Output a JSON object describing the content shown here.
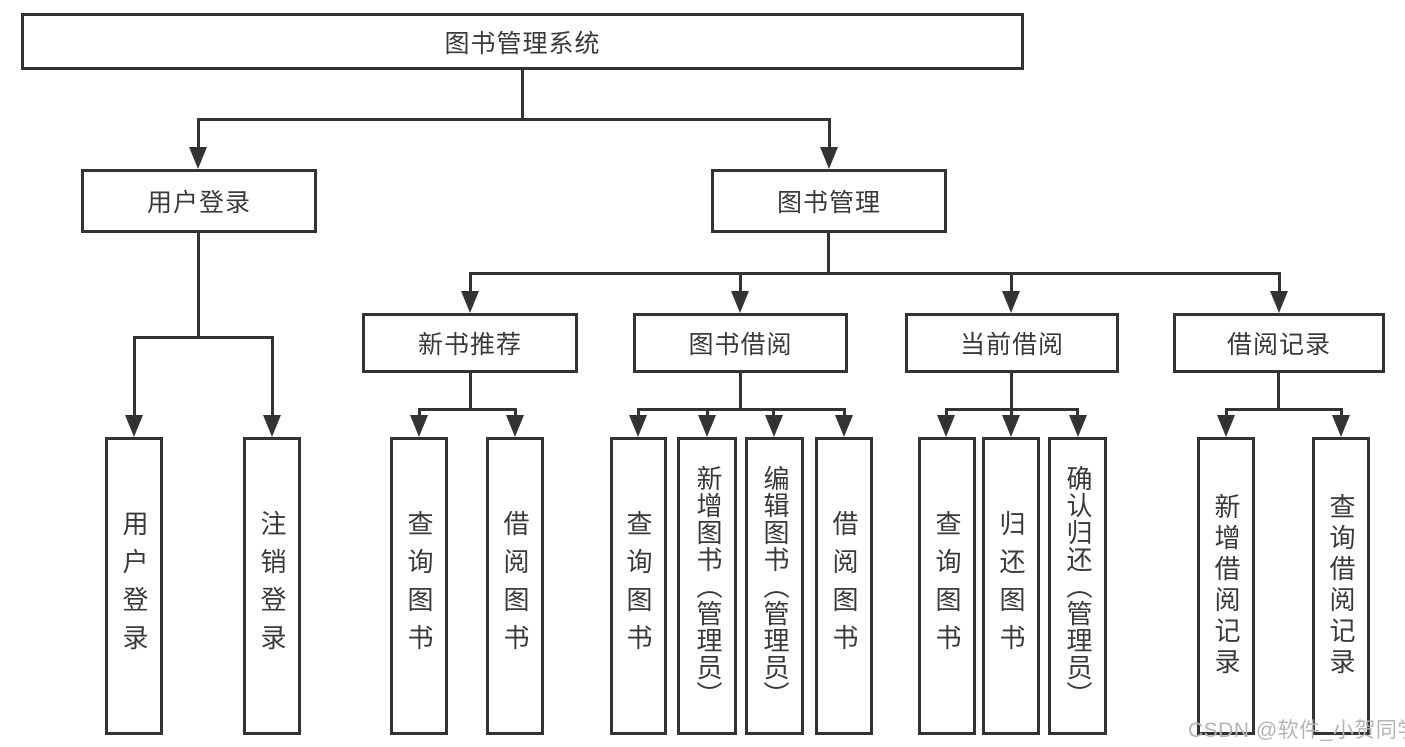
{
  "diagram": {
    "title_node": {
      "label": "图书管理系统"
    },
    "level2": [
      {
        "id": "user-login",
        "label": "用户登录"
      },
      {
        "id": "book-management",
        "label": "图书管理"
      }
    ],
    "level3": [
      {
        "id": "new-book-recommendation",
        "label": "新书推荐"
      },
      {
        "id": "book-borrowing",
        "label": "图书借阅"
      },
      {
        "id": "current-borrowing",
        "label": "当前借阅"
      },
      {
        "id": "borrowing-records",
        "label": "借阅记录"
      }
    ],
    "leaves": [
      {
        "parent": "user-login",
        "label": "用户登录"
      },
      {
        "parent": "user-login",
        "label": "注销登录"
      },
      {
        "parent": "new-book-recommendation",
        "label": "查询图书"
      },
      {
        "parent": "new-book-recommendation",
        "label": "借阅图书"
      },
      {
        "parent": "book-borrowing",
        "label": "查询图书"
      },
      {
        "parent": "book-borrowing",
        "label": "新增图书（管理员）"
      },
      {
        "parent": "book-borrowing",
        "label": "编辑图书（管理员）"
      },
      {
        "parent": "book-borrowing",
        "label": "借阅图书"
      },
      {
        "parent": "current-borrowing",
        "label": "查询图书"
      },
      {
        "parent": "current-borrowing",
        "label": "归还图书"
      },
      {
        "parent": "current-borrowing",
        "label": "确认归还（管理员）"
      },
      {
        "parent": "borrowing-records",
        "label": "新增借阅记录"
      },
      {
        "parent": "borrowing-records",
        "label": "查询借阅记录"
      }
    ],
    "watermark": "CSDN @软件_小贺同学",
    "colors": {
      "line": "#333333",
      "box_fill": "#ffffff",
      "text": "#3a3a3a",
      "watermark": "#b5b5b5",
      "background": "#ffffff"
    }
  }
}
